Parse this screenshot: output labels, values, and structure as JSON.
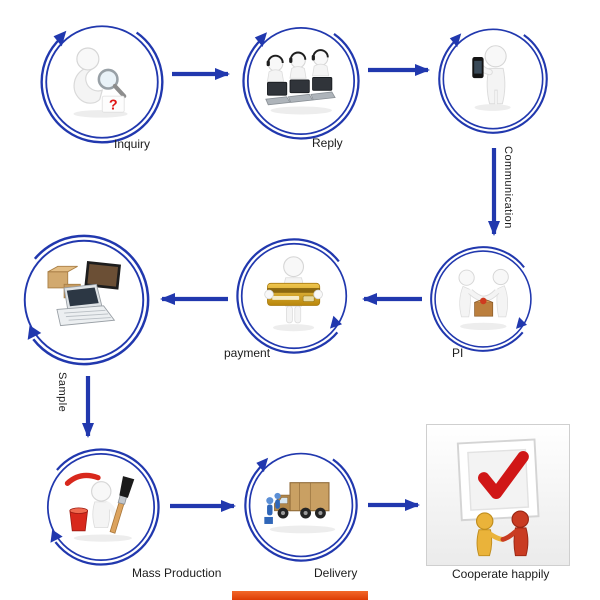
{
  "colors": {
    "accent": "#2138ae",
    "arrow": "#2138ae",
    "bottom_bar": "#e8490f"
  },
  "flow": {
    "steps": [
      {
        "id": "inquiry",
        "label": "Inquiry"
      },
      {
        "id": "reply",
        "label": "Reply"
      },
      {
        "id": "communication",
        "label": "Communication"
      },
      {
        "id": "sample",
        "label": "Sample"
      },
      {
        "id": "payment",
        "label": "payment"
      },
      {
        "id": "pi",
        "label": "PI"
      },
      {
        "id": "mass-production",
        "label": "Mass Production"
      },
      {
        "id": "delivery",
        "label": "Delivery"
      },
      {
        "id": "cooperate",
        "label": "Cooperate happily"
      }
    ],
    "sequence": [
      "Inquiry",
      "Reply",
      "Communication",
      "PI",
      "payment",
      "Sample",
      "Mass Production",
      "Delivery",
      "Cooperate happily"
    ]
  },
  "icons": {
    "question_glyph": "?"
  }
}
